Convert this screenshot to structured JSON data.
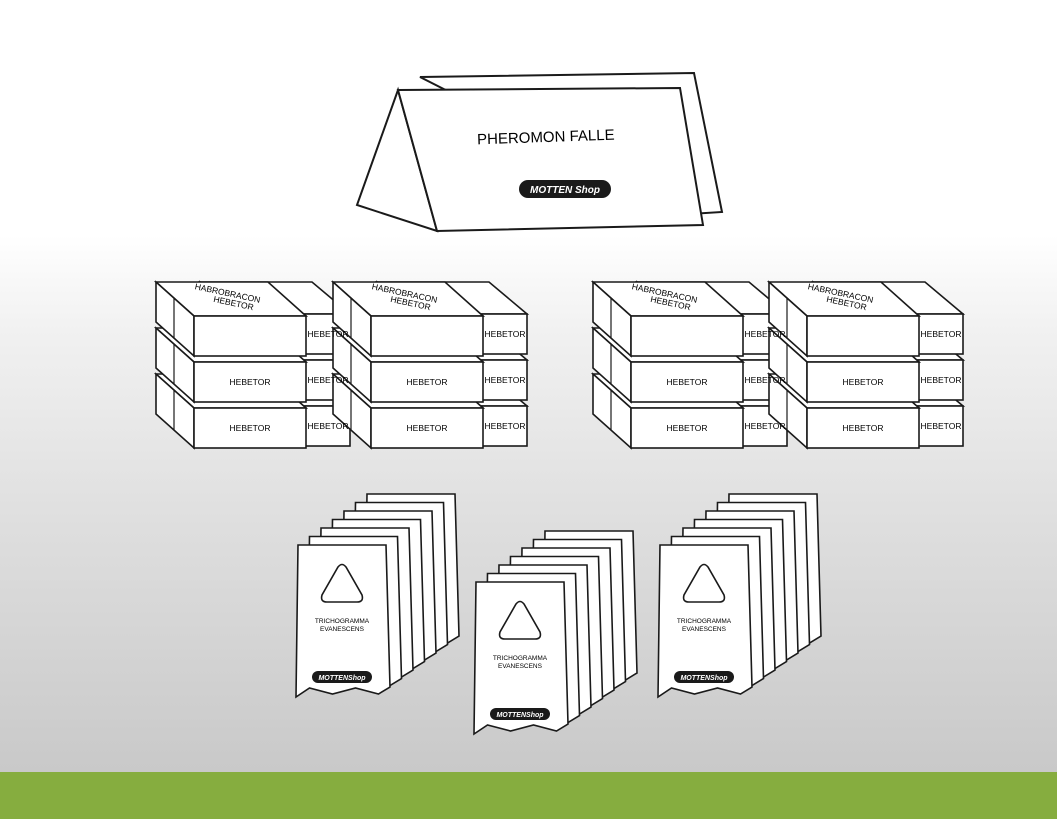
{
  "colors": {
    "footer_bar": "#86ad3f",
    "outline": "#1a1a1a",
    "fill": "#ffffff"
  },
  "trap": {
    "label": "PHEROMON FALLE",
    "logo": "MOTTENShop"
  },
  "boxes": {
    "label_line1": "HABROBRACON",
    "label_line2": "HEBETOR",
    "stacks": 4,
    "rows_per_stack": 3
  },
  "cards": {
    "label_line1": "TRICHOGRAMMA",
    "label_line2": "EVANESCENS",
    "logo": "MOTTENShop",
    "packs": 3,
    "cards_per_pack": 7
  }
}
